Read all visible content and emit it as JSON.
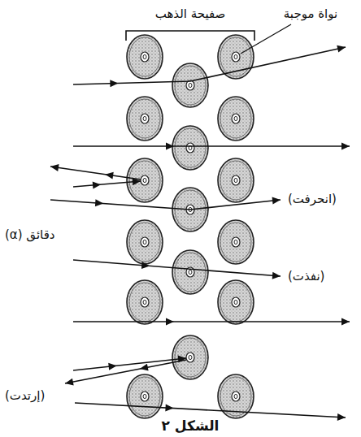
{
  "diagram": {
    "caption": "الشكل ٢",
    "labels": [
      "صفيحة الذهب",
      "نواة موجبة",
      "(انحرفت)",
      "دقائق (α)",
      "(نفذت)",
      "(إرتدت)"
    ]
  }
}
